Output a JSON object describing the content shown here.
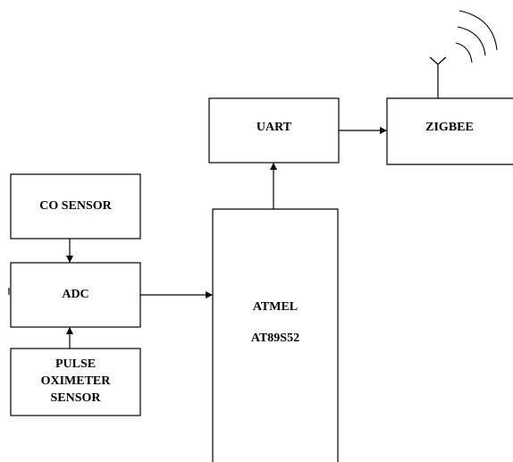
{
  "blocks": {
    "co_sensor": {
      "label": "CO SENSOR"
    },
    "adc": {
      "label": "ADC"
    },
    "pulse_oximeter": {
      "lines": [
        "PULSE",
        "OXIMETER",
        "SENSOR"
      ]
    },
    "atmel": {
      "lines": [
        "ATMEL",
        "AT89S52"
      ]
    },
    "uart": {
      "label": "UART"
    },
    "zigbee": {
      "label": "ZIGBEE"
    }
  },
  "colors": {
    "stroke": "#000000",
    "background": "#ffffff"
  },
  "icons": {
    "antenna": "antenna-icon"
  }
}
